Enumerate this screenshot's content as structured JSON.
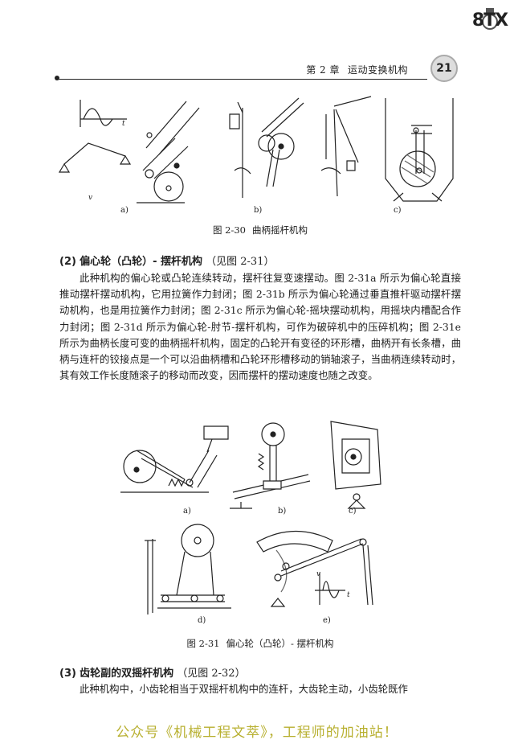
{
  "logo": {
    "text": "8TX"
  },
  "header": {
    "chapter": "第 2 章",
    "title": "运动变换机构",
    "page_number": "21"
  },
  "figure_2_30": {
    "number": "图 2-30",
    "title": "曲柄摇杆机构",
    "subs": [
      "a)",
      "b)",
      "c)"
    ],
    "axis_v": "v",
    "axis_t": "t"
  },
  "section_2": {
    "number": "(2)",
    "title": "偏心轮（凸轮）- 摆杆机构",
    "ref": "（见图 2-31）"
  },
  "paragraph_1": "此种机构的偏心轮或凸轮连续转动，摆杆往复变速摆动。图 2-31a 所示为偏心轮直接推动摆杆摆动机构，它用拉簧作力封闭；图 2-31b 所示为偏心轮通过垂直推杆驱动摆杆摆动机构，也是用拉簧作力封闭；图 2-31c 所示为偏心轮-摇块摆动机构，用摇块内槽配合作力封闭；图 2-31d 所示为偏心轮-肘节-摆杆机构，可作为破碎机中的压碎机构；图 2-31e 所示为曲柄长度可变的曲柄摇杆机构，固定的凸轮开有变径的环形槽，曲柄开有长条槽，曲柄与连杆的铰接点是一个可以沿曲柄槽和凸轮环形槽移动的销轴滚子，当曲柄连续转动时，其有效工作长度随滚子的移动而改变，因而摆杆的摆动速度也随之改变。",
  "figure_2_31": {
    "number": "图 2-31",
    "title": "偏心轮（凸轮）- 摆杆机构",
    "subs": [
      "a)",
      "b)",
      "c)",
      "d)",
      "e)"
    ],
    "axis_v": "v",
    "axis_t": "t"
  },
  "section_3": {
    "number": "(3)",
    "title": "齿轮副的双摇杆机构",
    "ref": "（见图 2-32）"
  },
  "paragraph_2": "此种机构中，小齿轮相当于双摇杆机构中的连杆，大齿轮主动，小齿轮既作",
  "footer": "公众号《机械工程文萃》，工程师的加油站！"
}
